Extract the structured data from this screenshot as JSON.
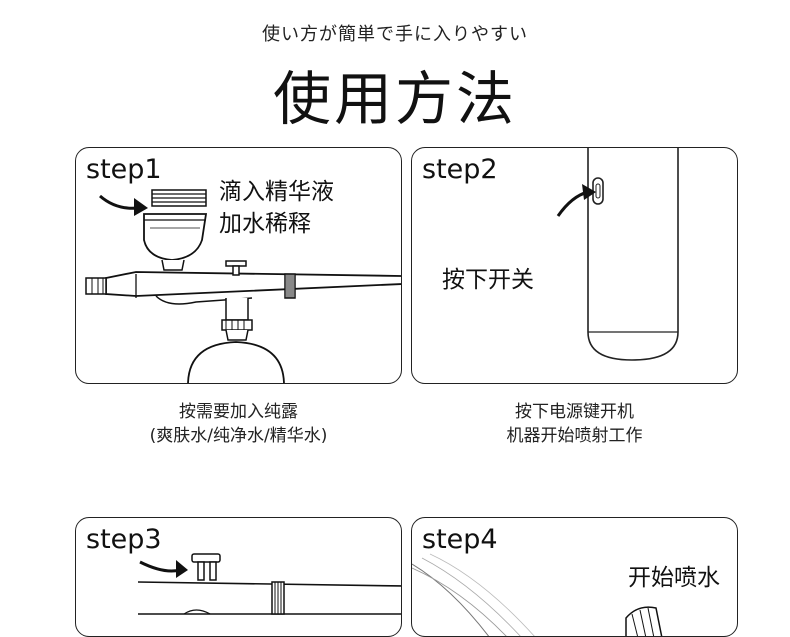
{
  "header": {
    "subtitle": "使い方が簡単で手に入りやすい",
    "title": "使用方法"
  },
  "steps": [
    {
      "label": "step1",
      "text_lines": [
        "滴入精华液",
        "加水稀释"
      ],
      "caption_lines": [
        "按需要加入纯露",
        "(爽肤水/纯净水/精华水)"
      ]
    },
    {
      "label": "step2",
      "text_lines": [
        "按下开关"
      ],
      "caption_lines": [
        "按下电源键开机",
        "机器开始喷射工作"
      ]
    },
    {
      "label": "step3"
    },
    {
      "label": "step4",
      "text_lines": [
        "开始喷水"
      ]
    }
  ]
}
